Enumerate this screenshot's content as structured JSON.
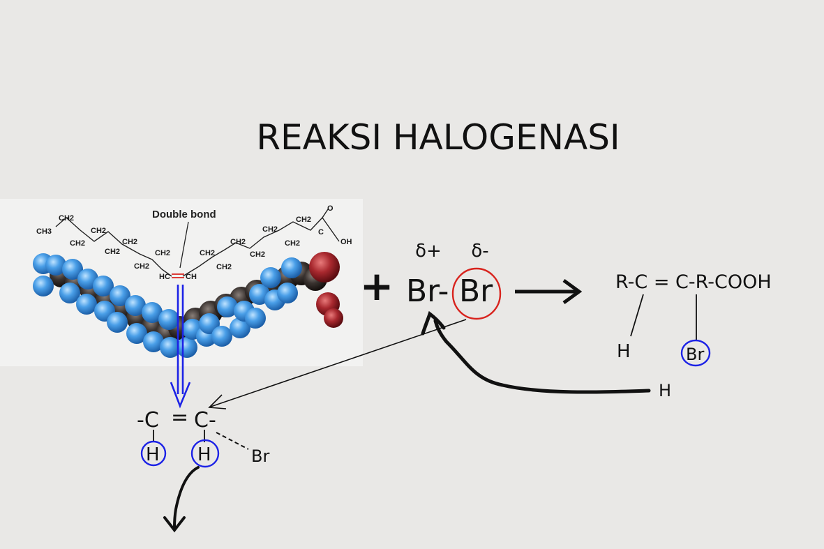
{
  "title": "REAKSI HALOGENASI",
  "colors": {
    "background": "#e9e8e6",
    "hydrogen_atom": "#4a9fe8",
    "carbon_atom": "#3a3330",
    "oxygen_atom": "#a8282e",
    "blue_annotation": "#1c22e6",
    "red_annotation": "#d8231d",
    "ink": "#111111"
  },
  "fatty_acid": {
    "double_bond_label": "Double bond",
    "chain_labels": [
      "CH3",
      "CH2",
      "CH2",
      "CH2",
      "CH2",
      "CH2",
      "CH2",
      "CH2",
      "HC",
      "CH",
      "CH2",
      "CH2",
      "CH2",
      "CH2",
      "CH2",
      "CH2",
      "CH2"
    ],
    "carboxyl_o": "O",
    "carboxyl_oh": "OH",
    "carboxyl_c": "C"
  },
  "reagent": {
    "plus": "+",
    "delta_plus": "δ+",
    "delta_minus": "δ-",
    "br_left": "Br-",
    "br_right": "Br"
  },
  "product": {
    "formula": "R-C = C-R-COOH",
    "left_h": "H",
    "right_br": "Br"
  },
  "incoming_h": "H",
  "fragment": {
    "left_c": "-C",
    "bond": "=",
    "right_c": "C-",
    "h1": "H",
    "h2": "H",
    "br": "Br"
  }
}
